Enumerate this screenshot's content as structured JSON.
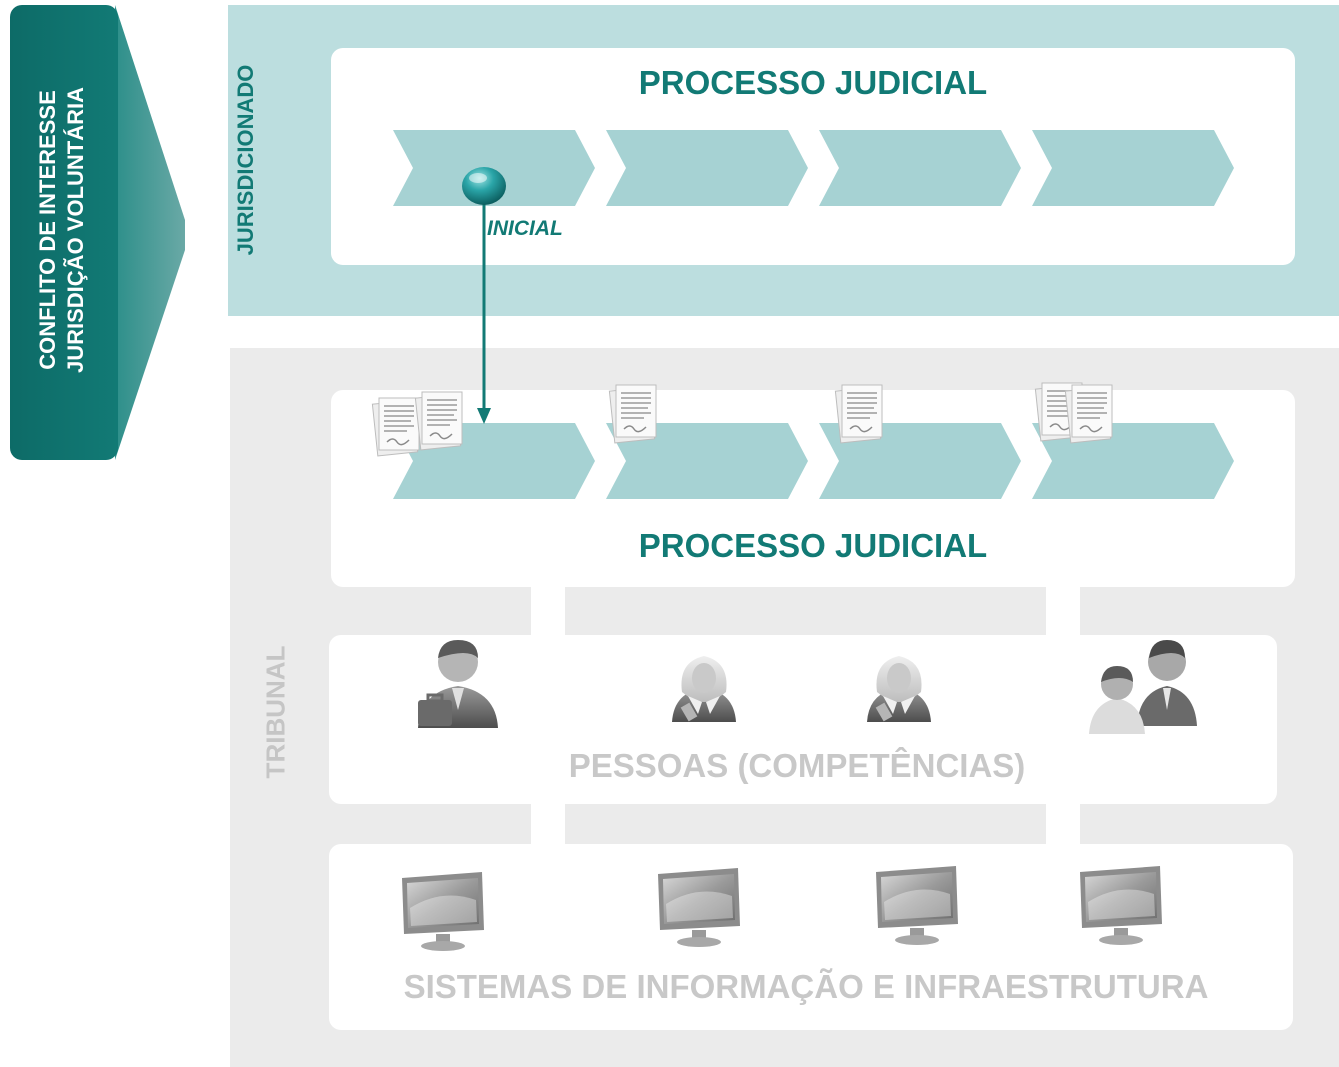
{
  "left_tab": {
    "line1": "CONFLITO DE INTERESSE",
    "line2": "JURISDIÇÃO VOLUNTÁRIA",
    "color": "#0f6e6a"
  },
  "jurisdicionado": {
    "label": "JURISDICIONADO",
    "card_title": "PROCESSO JUDICIAL",
    "marker_label": "INICIAL"
  },
  "tribunal": {
    "label": "TRIBUNAL",
    "process_title": "PROCESSO JUDICIAL",
    "people_title": "PESSOAS (COMPETÊNCIAS)",
    "systems_title": "SISTEMAS DE INFORMAÇÃO E INFRAESTRUTURA"
  },
  "colors": {
    "teal_dark": "#127a75",
    "teal_light_panel": "#bcdedf",
    "chevron": "#a6d2d3",
    "gray_panel": "#ebebeb",
    "gray_text": "#c8c8c8"
  },
  "icons": {
    "people": [
      "businessman-briefcase-icon",
      "judge-icon",
      "judge-icon",
      "group-icon"
    ],
    "systems": [
      "monitor-icon",
      "monitor-icon",
      "monitor-icon",
      "monitor-icon"
    ],
    "documents": [
      "document-stack-icon",
      "document-stack-icon",
      "document-stack-icon",
      "document-stack-icon"
    ]
  }
}
